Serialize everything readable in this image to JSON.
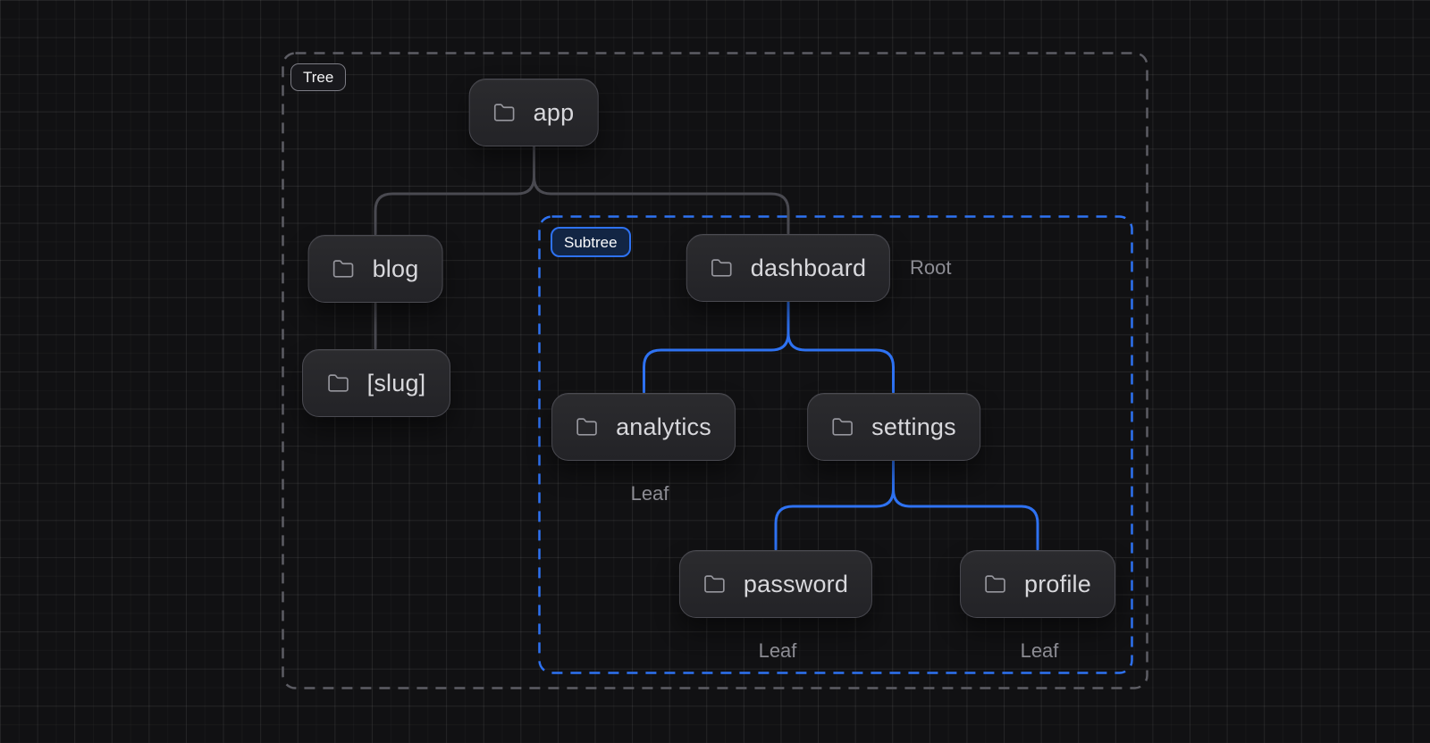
{
  "diagram": {
    "title": "route tree diagram",
    "groups": {
      "tree": {
        "label": "Tree"
      },
      "subtree": {
        "label": "Subtree"
      }
    },
    "nodes": {
      "app": {
        "label": "app",
        "icon": "folder-icon"
      },
      "blog": {
        "label": "blog",
        "icon": "folder-icon"
      },
      "slug": {
        "label": "[slug]",
        "icon": "folder-icon"
      },
      "dashboard": {
        "label": "dashboard",
        "icon": "folder-icon",
        "annotation": "Root"
      },
      "analytics": {
        "label": "analytics",
        "icon": "folder-icon",
        "annotation": "Leaf"
      },
      "settings": {
        "label": "settings",
        "icon": "folder-icon"
      },
      "password": {
        "label": "password",
        "icon": "folder-icon",
        "annotation": "Leaf"
      },
      "profile": {
        "label": "profile",
        "icon": "folder-icon",
        "annotation": "Leaf"
      }
    },
    "edges": [
      {
        "from": "app",
        "to": "blog",
        "color": "gray"
      },
      {
        "from": "app",
        "to": "dashboard",
        "color": "gray"
      },
      {
        "from": "blog",
        "to": "slug",
        "color": "gray"
      },
      {
        "from": "dashboard",
        "to": "analytics",
        "color": "blue"
      },
      {
        "from": "dashboard",
        "to": "settings",
        "color": "blue"
      },
      {
        "from": "settings",
        "to": "password",
        "color": "blue"
      },
      {
        "from": "settings",
        "to": "profile",
        "color": "blue"
      }
    ],
    "colors": {
      "accent_blue": "#2e72f2",
      "connector_gray": "#4a4a51",
      "background": "#111113",
      "node_text": "#d8d8dc",
      "annotation_text": "#8c8c93"
    }
  }
}
